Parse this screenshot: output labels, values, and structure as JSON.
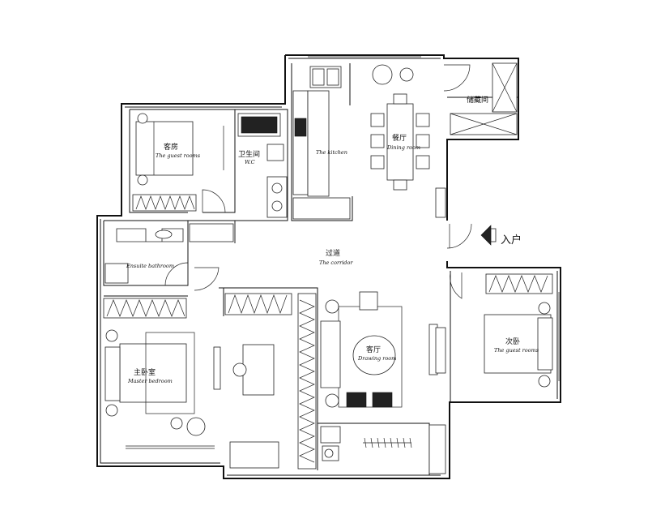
{
  "rooms": {
    "storage": {
      "cn": "储藏间"
    },
    "dining": {
      "cn": "餐厅",
      "en": "Dining room"
    },
    "kitchen": {
      "en": "The kitchen"
    },
    "guest_room": {
      "cn": "客房",
      "en": "The guest rooms"
    },
    "wc": {
      "cn": "卫生间",
      "en": "W.C"
    },
    "ensuite": {
      "en": "Ensuite bathroom"
    },
    "corridor": {
      "cn": "过道",
      "en": "The corridor"
    },
    "living": {
      "cn": "客厅",
      "en": "Drawing room"
    },
    "master": {
      "cn": "主卧室",
      "en": "Master bedroom"
    },
    "second": {
      "cn": "次卧",
      "en": "The guest rooms"
    }
  },
  "entry": {
    "label": "入户"
  }
}
